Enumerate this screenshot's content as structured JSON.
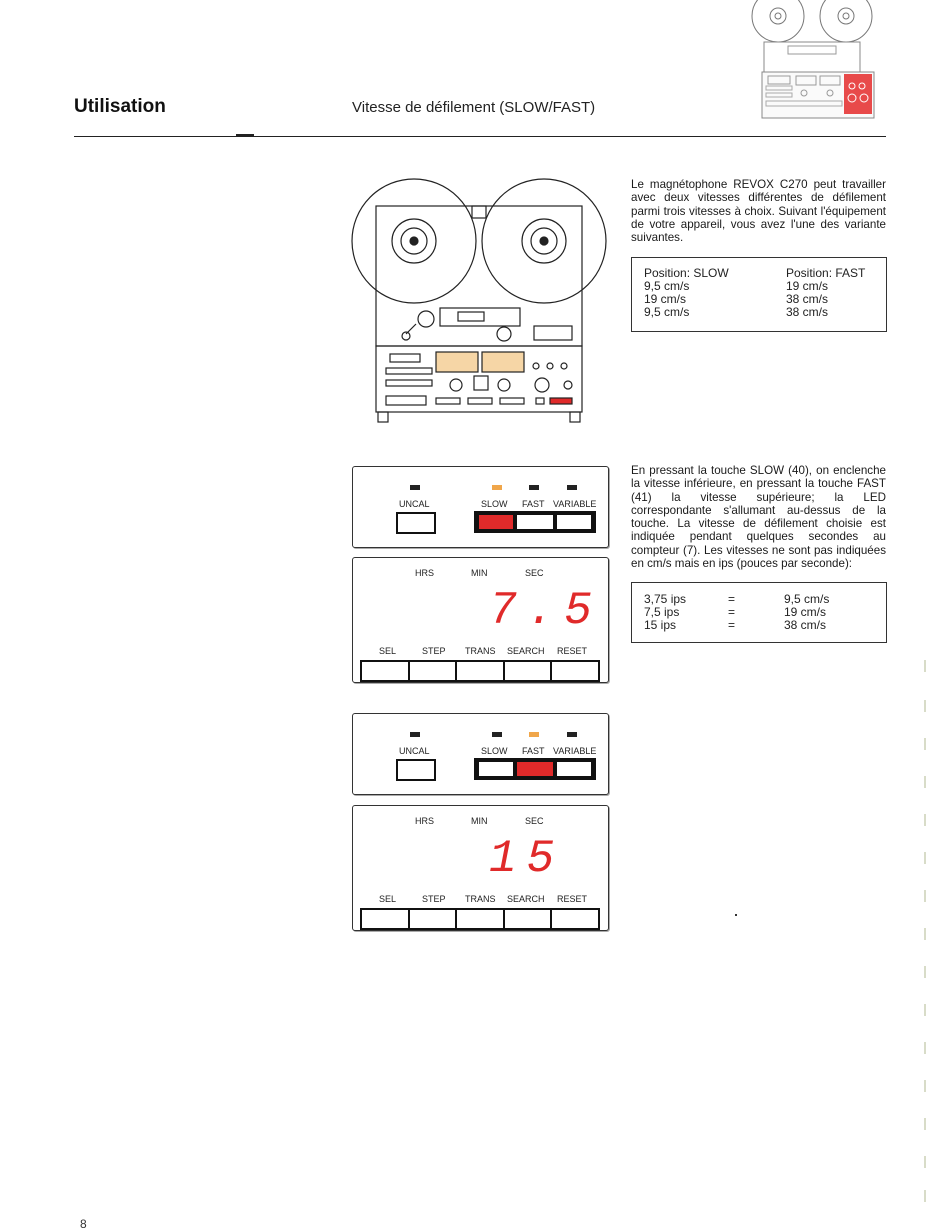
{
  "header": {
    "section_title": "Utilisation",
    "subtitle": "Vitesse de défilement (SLOW/FAST)"
  },
  "intro": {
    "text": "Le magnétophone REVOX C270 peut travailler avec deux vitesses différentes de défilement parmi trois vitesses à choix. Suivant l'équipement de votre appareil, vous avez l'une des variante suivantes."
  },
  "speed_table": {
    "headers": [
      "Position: SLOW",
      "Position: FAST"
    ],
    "rows": [
      [
        "9,5 cm/s",
        "19 cm/s"
      ],
      [
        "19 cm/s",
        "38 cm/s"
      ],
      [
        "9,5 cm/s",
        "38 cm/s"
      ]
    ]
  },
  "instructions": {
    "text": "En pressant la touche SLOW (40), on enclenche la vitesse inférieure, en pressant la touche FAST (41) la vitesse supérieure; la LED correspondante s'allumant au-dessus de la touche. La vitesse de défilement choisie est indiquée pendant quelques secondes au compteur (7). Les vitesses ne sont pas indiquées en cm/s mais en ips (pouces par seconde):"
  },
  "conversion_table": {
    "rows": [
      [
        "3,75 ips",
        "=",
        "9,5 cm/s"
      ],
      [
        "7,5 ips",
        "=",
        "19 cm/s"
      ],
      [
        "15 ips",
        "=",
        "38 cm/s"
      ]
    ]
  },
  "panels": [
    {
      "speed_labels": {
        "uncal": "UNCAL",
        "slow": "SLOW",
        "fast": "FAST",
        "variable": "VARIABLE"
      },
      "active": "SLOW",
      "counter_labels": [
        "HRS",
        "MIN",
        "SEC"
      ],
      "display_value": "7.5",
      "counter_buttons": [
        "SEL",
        "STEP",
        "TRANS",
        "SEARCH",
        "RESET"
      ]
    },
    {
      "speed_labels": {
        "uncal": "UNCAL",
        "slow": "SLOW",
        "fast": "FAST",
        "variable": "VARIABLE"
      },
      "active": "FAST",
      "counter_labels": [
        "HRS",
        "MIN",
        "SEC"
      ],
      "display_value": "15",
      "counter_buttons": [
        "SEL",
        "STEP",
        "TRANS",
        "SEARCH",
        "RESET"
      ]
    }
  ],
  "footer": {
    "page_number": "8"
  },
  "colors": {
    "active_button": "#e02a2a",
    "active_led": "#f0a64a",
    "display": "#e02a2a",
    "highlight_thumb": "#e84a4a"
  }
}
